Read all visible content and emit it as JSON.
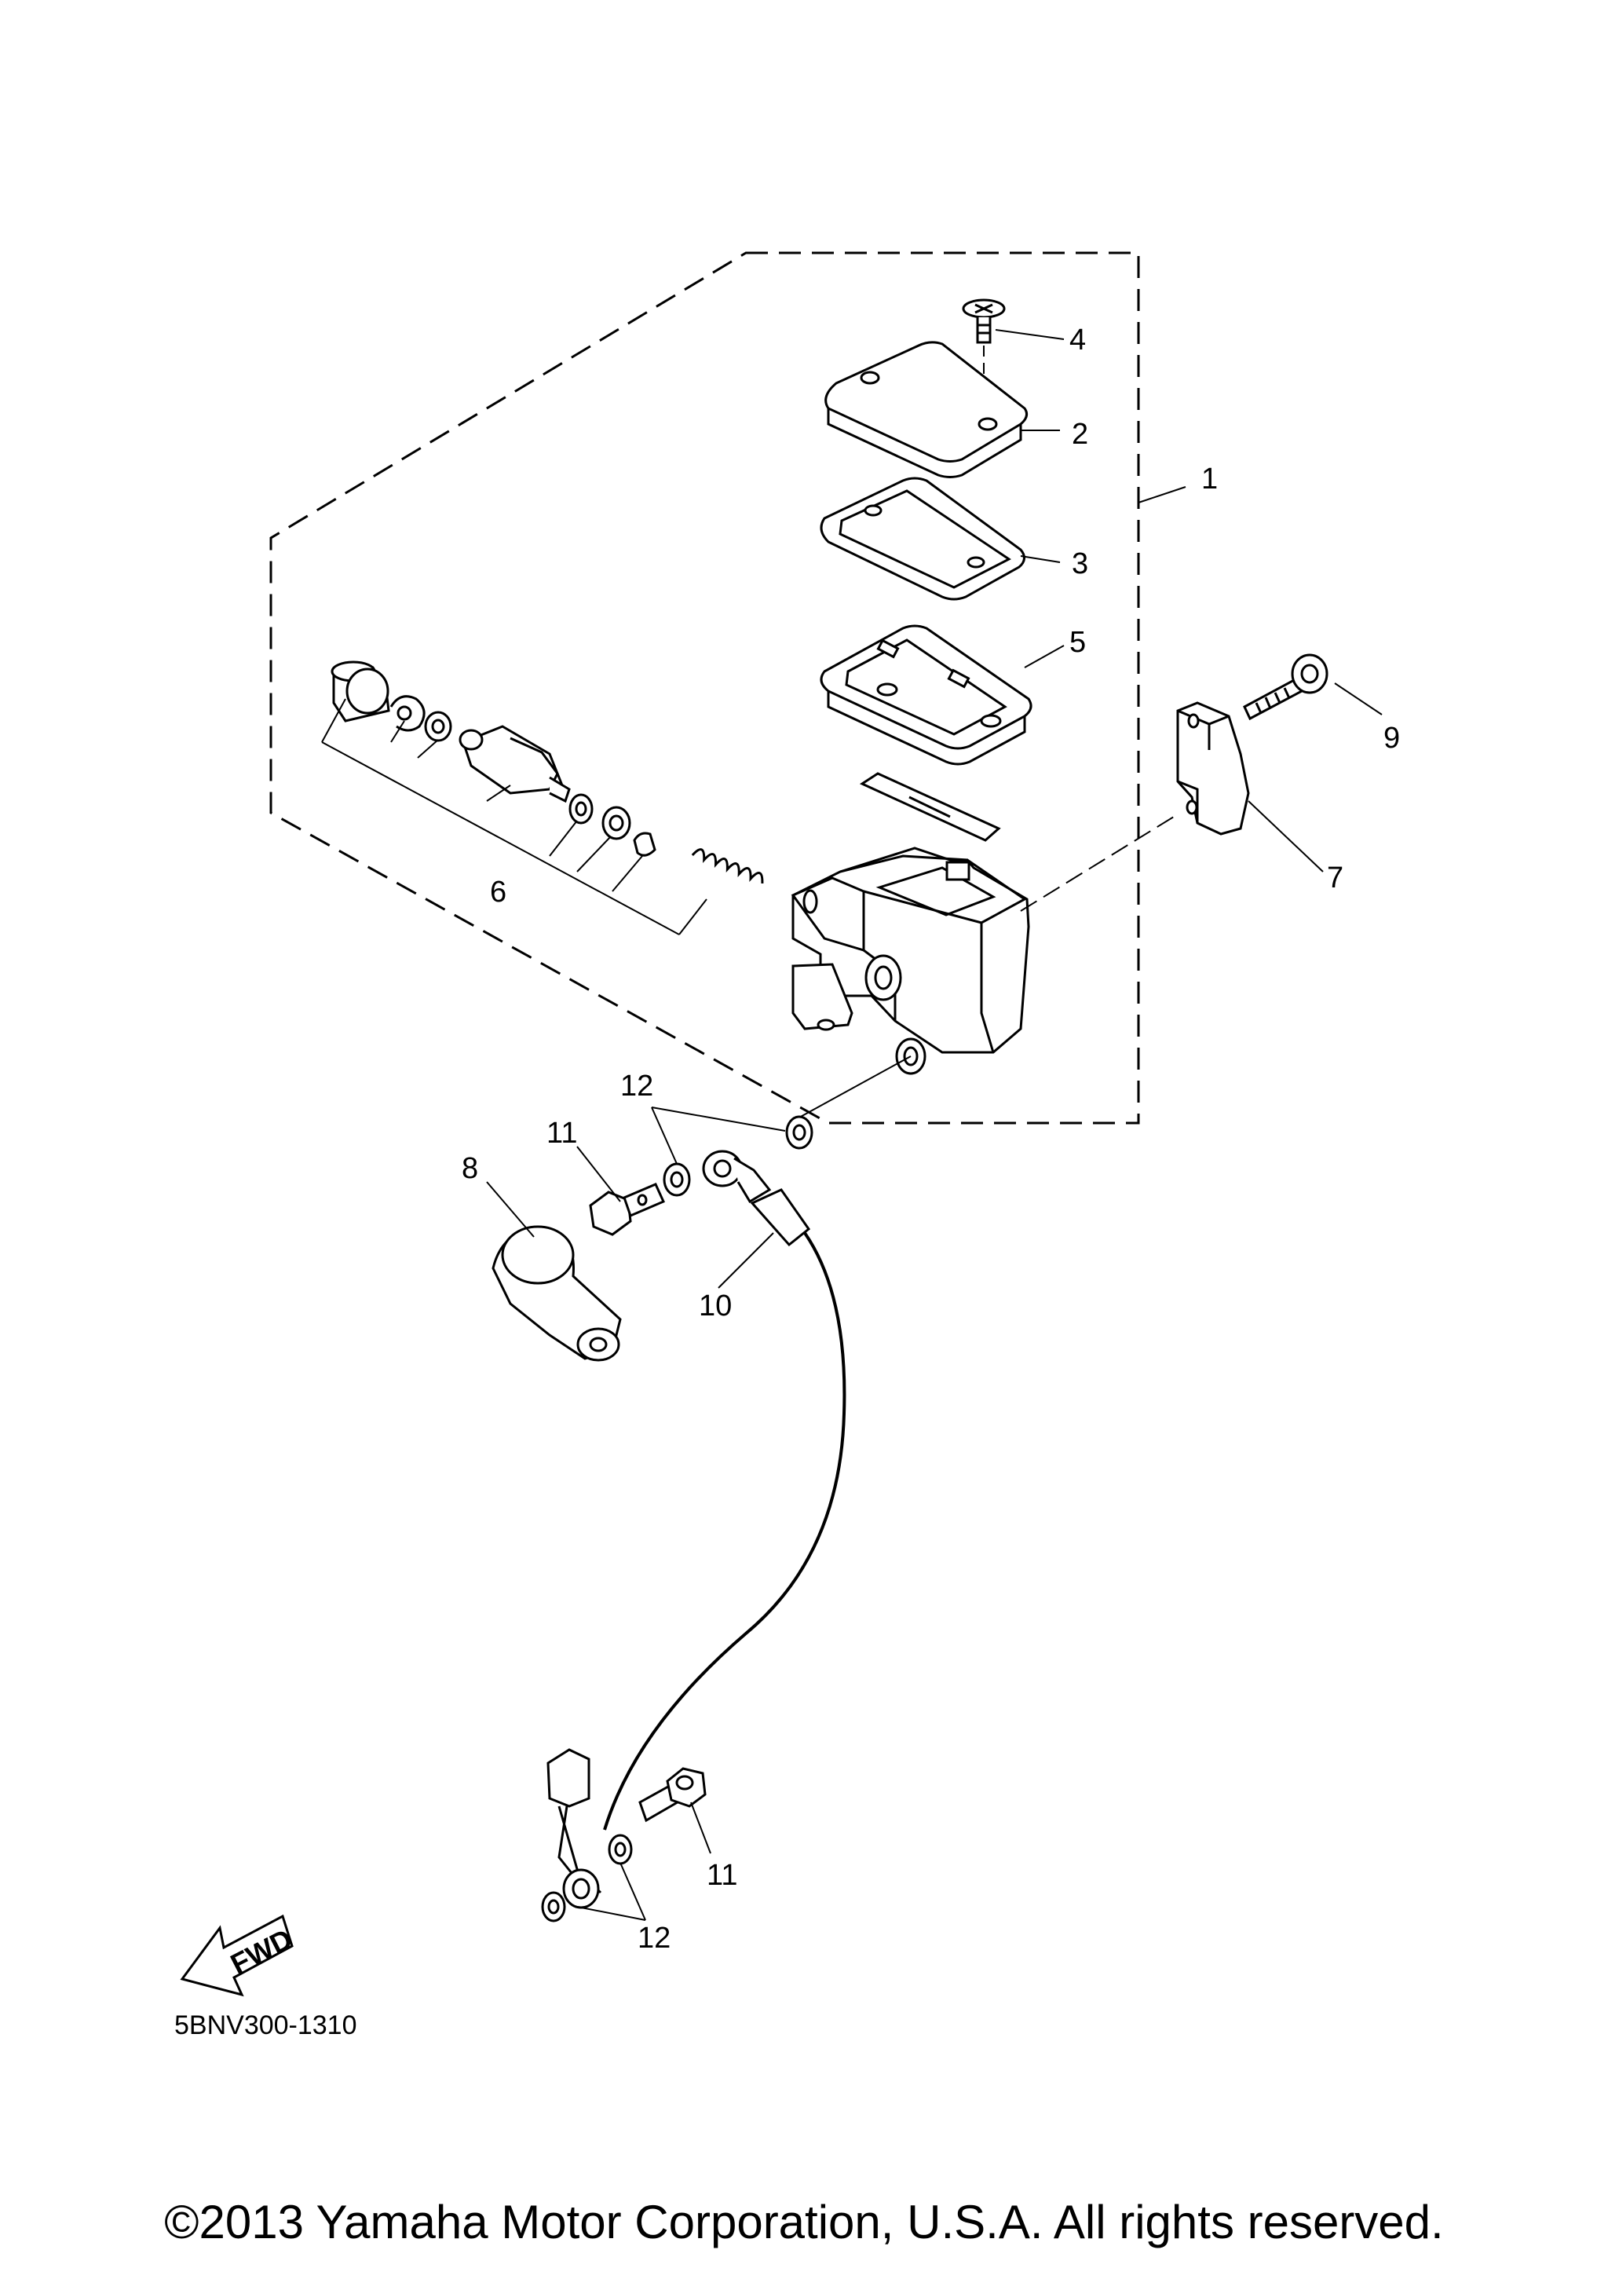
{
  "diagram": {
    "part_code": "5BNV300-1310",
    "fwd_label": "FWD",
    "callouts": {
      "c1": "1",
      "c2": "2",
      "c3": "3",
      "c4": "4",
      "c5": "5",
      "c6": "6",
      "c7": "7",
      "c8": "8",
      "c9": "9",
      "c10": "10",
      "c11a": "11",
      "c11b": "11",
      "c12a": "12",
      "c12b": "12"
    }
  },
  "footer": {
    "copyright": "©2013 Yamaha Motor Corporation, U.S.A. All rights reserved."
  }
}
